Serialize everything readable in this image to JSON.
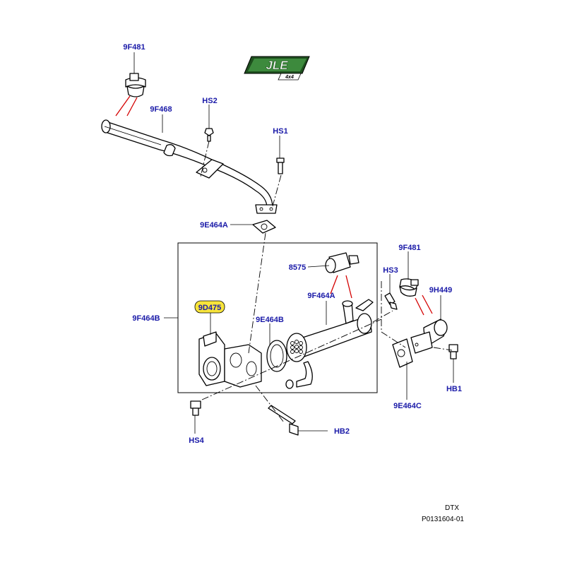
{
  "logo": {
    "text": "JLE",
    "subtext": "4x4",
    "bg": "#2f6e2f"
  },
  "labels": {
    "p9F481_top": "9F481",
    "p9F468": "9F468",
    "pHS2": "HS2",
    "pHS1": "HS1",
    "p9E464A_gasket": "9E464A",
    "p8575": "8575",
    "p9F481_right": "9F481",
    "pHS3": "HS3",
    "p9H449": "9H449",
    "p9F464A": "9F464A",
    "p9F464B": "9F464B",
    "p9D475": "9D475",
    "p9E464B": "9E464B",
    "p9E464C": "9E464C",
    "pHB1": "HB1",
    "pHS4": "HS4",
    "pHB2": "HB2"
  },
  "highlight_color": "#f7e43a",
  "footer": {
    "code": "DTX",
    "ref": "P0131604-01"
  }
}
